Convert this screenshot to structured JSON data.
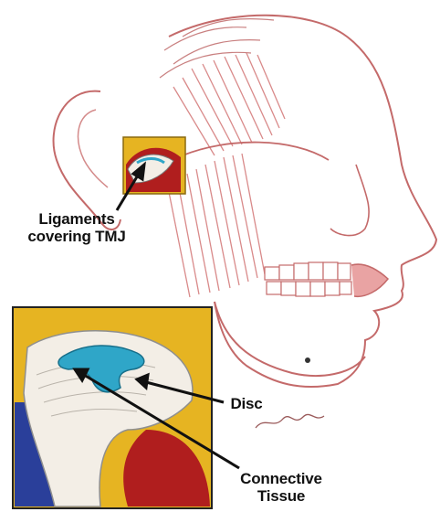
{
  "labels": {
    "ligaments": [
      "Ligaments",
      "covering TMJ"
    ],
    "disc": "Disc",
    "connective": [
      "Connective",
      "Tissue"
    ]
  },
  "colors": {
    "skin_line": "#c46a6a",
    "muscle": "#d98a8a",
    "inset_gold": "#e6b422",
    "inset_blue": "#2a3f9a",
    "inset_red": "#b01e1e",
    "disc_blue": "#2fa6c8",
    "bone_white": "#f3eee6"
  }
}
